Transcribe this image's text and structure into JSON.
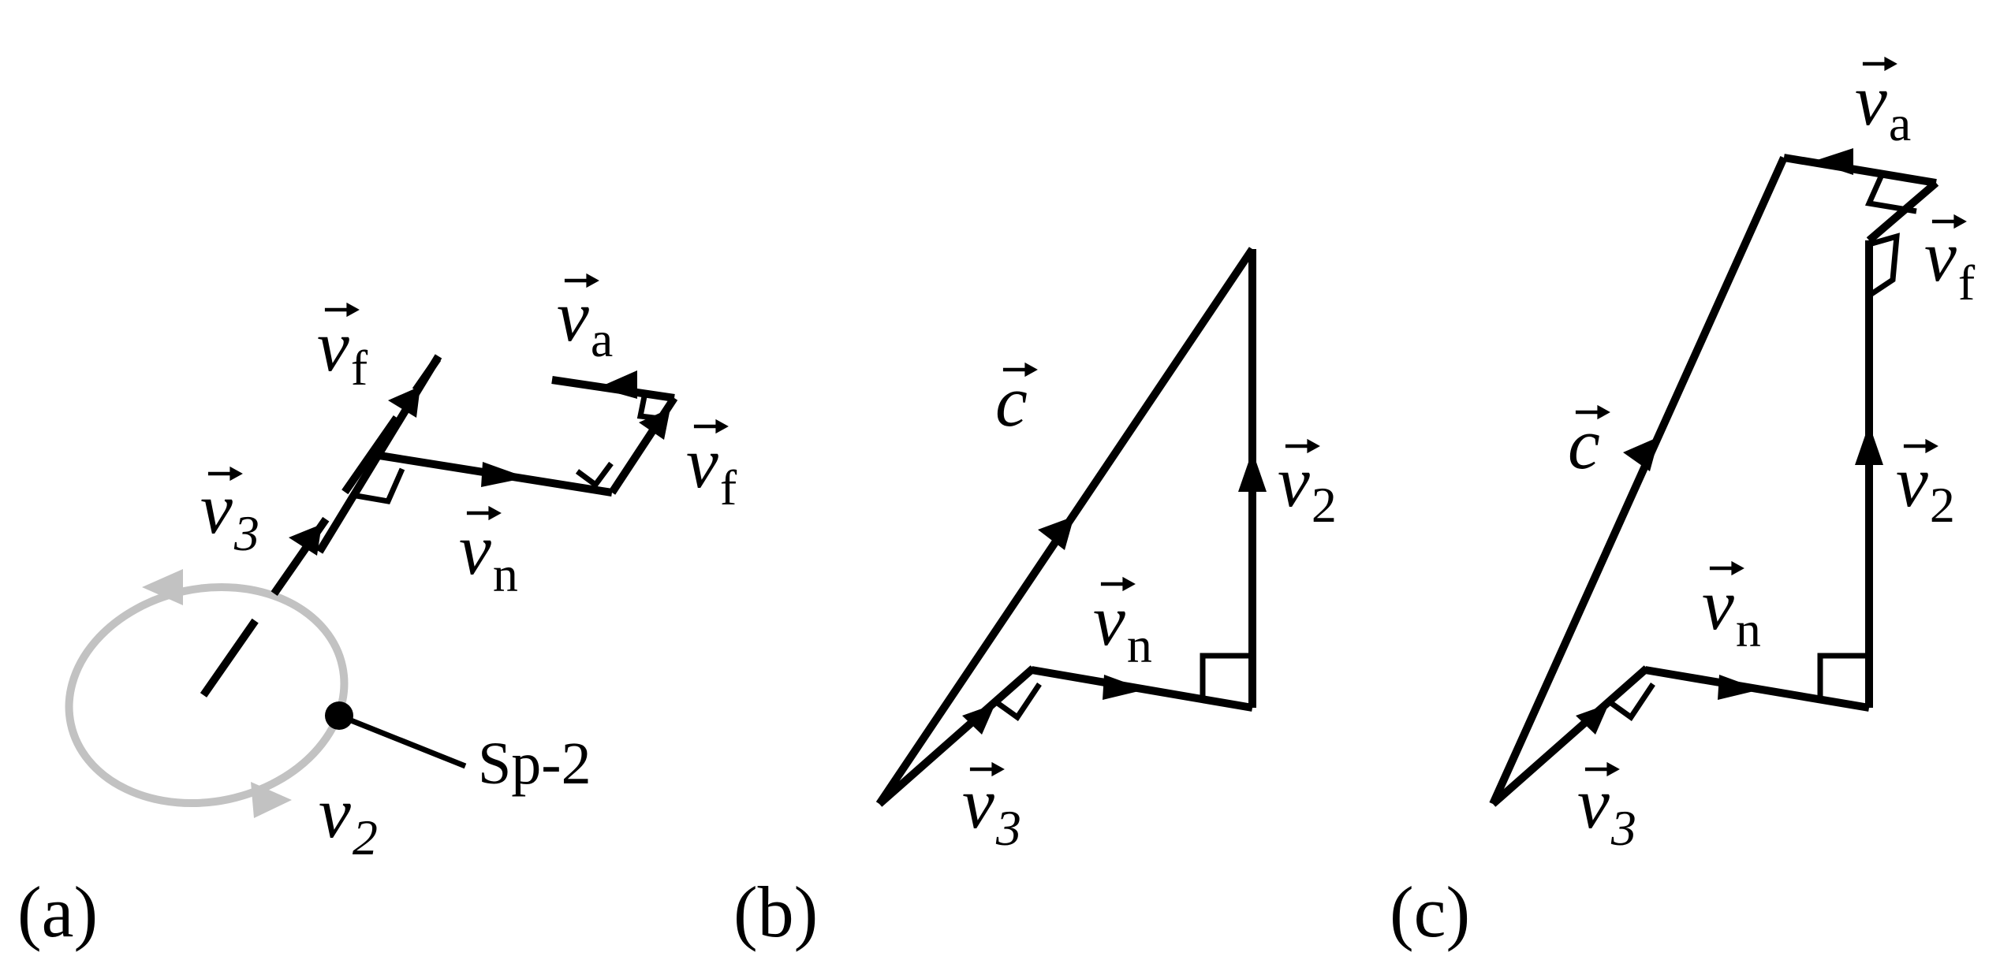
{
  "colors": {
    "ink": "#000000",
    "orbit": "#c2c2c2",
    "background": "#ffffff"
  },
  "panels": [
    {
      "id": "a",
      "label": "(a)"
    },
    {
      "id": "b",
      "label": "(b)"
    },
    {
      "id": "c",
      "label": "(c)"
    }
  ],
  "vectors": {
    "v3": {
      "symbol": "v",
      "sub": "3"
    },
    "vf": {
      "symbol": "v",
      "sub": "f"
    },
    "vn": {
      "symbol": "v",
      "sub": "n"
    },
    "va": {
      "symbol": "v",
      "sub": "a"
    },
    "v2": {
      "symbol": "v",
      "sub": "2"
    },
    "c": {
      "symbol": "c"
    }
  },
  "orbit": {
    "speed_symbol": "v",
    "speed_sub": "2",
    "spacecraft_label": "Sp-2"
  }
}
